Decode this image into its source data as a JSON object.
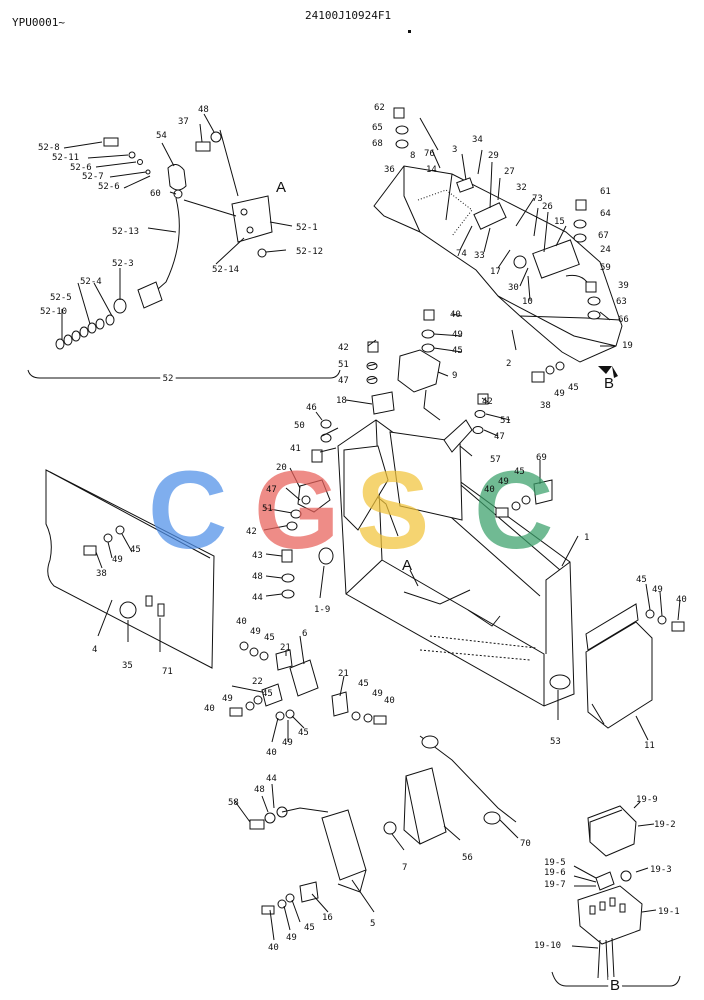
{
  "header": {
    "model_code": "YPU0001~",
    "drawing_number": "24100J10924F1"
  },
  "watermark": {
    "letters": [
      "C",
      "G",
      "S",
      "C"
    ],
    "colors": [
      "#4f8fe8",
      "#e8605a",
      "#f2c43b",
      "#3aa06a"
    ]
  },
  "view_letters": {
    "a_top": "A",
    "a_main": "A",
    "b_arrow": "B",
    "b_detail": "B"
  },
  "group_label": "52",
  "labels": [
    {
      "t": "48"
    },
    {
      "t": "37"
    },
    {
      "t": "54"
    },
    {
      "t": "52-8"
    },
    {
      "t": "52-11"
    },
    {
      "t": "52-6"
    },
    {
      "t": "52-7"
    },
    {
      "t": "52-6"
    },
    {
      "t": "60"
    },
    {
      "t": "52-1"
    },
    {
      "t": "52-13"
    },
    {
      "t": "52-12"
    },
    {
      "t": "52-14"
    },
    {
      "t": "52-3"
    },
    {
      "t": "52-4"
    },
    {
      "t": "52-5"
    },
    {
      "t": "52-10"
    },
    {
      "t": "62"
    },
    {
      "t": "65"
    },
    {
      "t": "68"
    },
    {
      "t": "76"
    },
    {
      "t": "8"
    },
    {
      "t": "14"
    },
    {
      "t": "3"
    },
    {
      "t": "34"
    },
    {
      "t": "29"
    },
    {
      "t": "36"
    },
    {
      "t": "27"
    },
    {
      "t": "32"
    },
    {
      "t": "73"
    },
    {
      "t": "26"
    },
    {
      "t": "15"
    },
    {
      "t": "61"
    },
    {
      "t": "64"
    },
    {
      "t": "67"
    },
    {
      "t": "24"
    },
    {
      "t": "74"
    },
    {
      "t": "33"
    },
    {
      "t": "17"
    },
    {
      "t": "30"
    },
    {
      "t": "10"
    },
    {
      "t": "59"
    },
    {
      "t": "39"
    },
    {
      "t": "63"
    },
    {
      "t": "66"
    },
    {
      "t": "2"
    },
    {
      "t": "19"
    },
    {
      "t": "40"
    },
    {
      "t": "49"
    },
    {
      "t": "45"
    },
    {
      "t": "42"
    },
    {
      "t": "51"
    },
    {
      "t": "47"
    },
    {
      "t": "9"
    },
    {
      "t": "18"
    },
    {
      "t": "46"
    },
    {
      "t": "50"
    },
    {
      "t": "41"
    },
    {
      "t": "38"
    },
    {
      "t": "49"
    },
    {
      "t": "45"
    },
    {
      "t": "42"
    },
    {
      "t": "51"
    },
    {
      "t": "47"
    },
    {
      "t": "57"
    },
    {
      "t": "69"
    },
    {
      "t": "49"
    },
    {
      "t": "45"
    },
    {
      "t": "40"
    },
    {
      "t": "20"
    },
    {
      "t": "47"
    },
    {
      "t": "51"
    },
    {
      "t": "42"
    },
    {
      "t": "1"
    },
    {
      "t": "38"
    },
    {
      "t": "49"
    },
    {
      "t": "45"
    },
    {
      "t": "43"
    },
    {
      "t": "48"
    },
    {
      "t": "44"
    },
    {
      "t": "1-9"
    },
    {
      "t": "4"
    },
    {
      "t": "35"
    },
    {
      "t": "71"
    },
    {
      "t": "45"
    },
    {
      "t": "49"
    },
    {
      "t": "40"
    },
    {
      "t": "40"
    },
    {
      "t": "49"
    },
    {
      "t": "45"
    },
    {
      "t": "21"
    },
    {
      "t": "6"
    },
    {
      "t": "22"
    },
    {
      "t": "45"
    },
    {
      "t": "49"
    },
    {
      "t": "40"
    },
    {
      "t": "21"
    },
    {
      "t": "45"
    },
    {
      "t": "49"
    },
    {
      "t": "40"
    },
    {
      "t": "40"
    },
    {
      "t": "49"
    },
    {
      "t": "45"
    },
    {
      "t": "53"
    },
    {
      "t": "11"
    },
    {
      "t": "44"
    },
    {
      "t": "48"
    },
    {
      "t": "58"
    },
    {
      "t": "56"
    },
    {
      "t": "70"
    },
    {
      "t": "7"
    },
    {
      "t": "40"
    },
    {
      "t": "49"
    },
    {
      "t": "45"
    },
    {
      "t": "16"
    },
    {
      "t": "5"
    },
    {
      "t": "19-9"
    },
    {
      "t": "19-2"
    },
    {
      "t": "19-5"
    },
    {
      "t": "19-6"
    },
    {
      "t": "19-7"
    },
    {
      "t": "19-3"
    },
    {
      "t": "19-1"
    },
    {
      "t": "19-10"
    }
  ]
}
